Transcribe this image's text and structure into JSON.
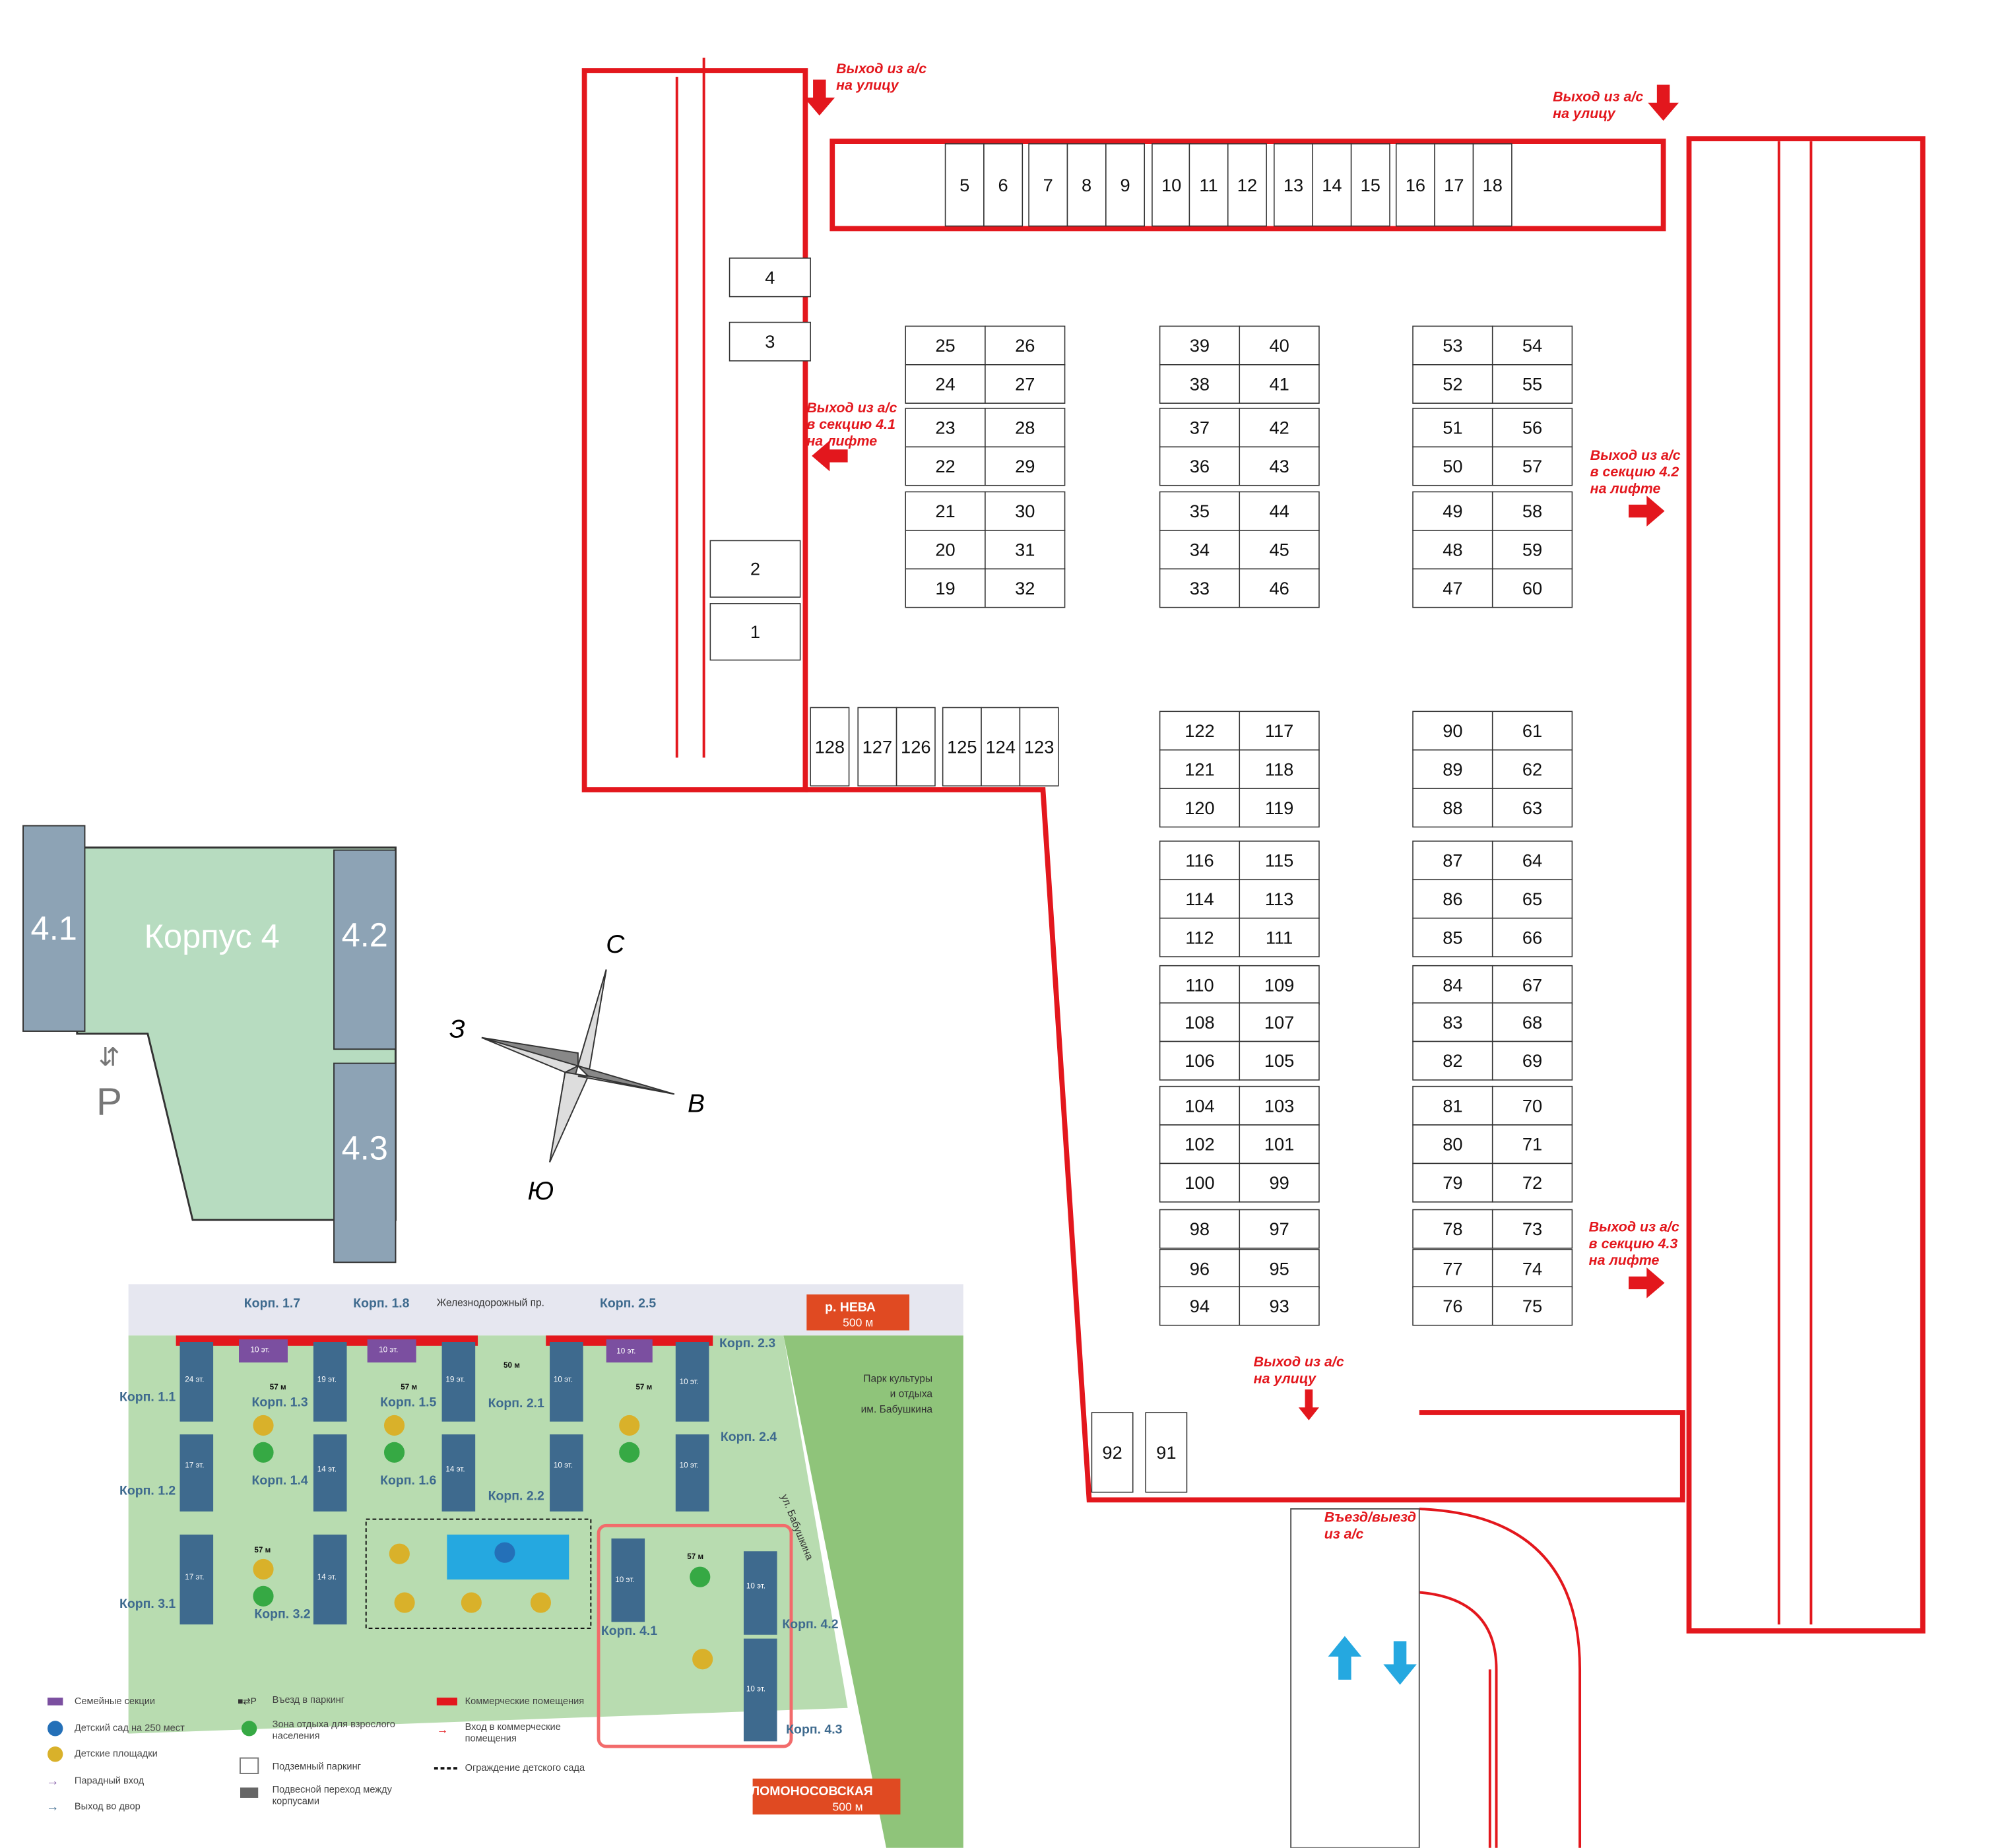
{
  "colors": {
    "wall": "#e3171d",
    "highlight": "#f26b6b",
    "building": "#3e6a8e",
    "green": "#8fc47a",
    "lightgreen": "#b8dcb0",
    "family": "#7b4fa0",
    "kinder": "#25a8e0",
    "playground": "#d9b12a",
    "rest": "#36a944",
    "metro": "#e04a22"
  },
  "labels": {
    "exit_street_1": [
      "Выход из а/с",
      "на улицу"
    ],
    "exit_street_2": [
      "Выход из а/с",
      "на улицу"
    ],
    "exit_street_3": [
      "Выход из а/с",
      "на улицу"
    ],
    "exit_41": [
      "Выход из а/с",
      "в секцию 4.1",
      "на лифте"
    ],
    "exit_42": [
      "Выход из а/с",
      "в секцию 4.2",
      "на лифте"
    ],
    "exit_43": [
      "Выход из а/с",
      "в секцию 4.3",
      "на лифте"
    ],
    "entrance": [
      "Въезд/выезд",
      "из а/с"
    ]
  },
  "parking": {
    "highlighted": "98",
    "top_row": [
      "5",
      "6",
      "7",
      "8",
      "9",
      "10",
      "11",
      "12",
      "13",
      "14",
      "15",
      "16",
      "17",
      "18"
    ],
    "bottom_row": [
      "128",
      "127",
      "126",
      "125",
      "124",
      "123"
    ],
    "storage": [
      "4",
      "3"
    ],
    "accessible": [
      "2",
      "1"
    ],
    "bottom_left": [
      "92",
      "91"
    ],
    "block_a": [
      [
        "25",
        "26"
      ],
      [
        "24",
        "27"
      ],
      [
        "23",
        "28"
      ],
      [
        "22",
        "29"
      ],
      [
        "21",
        "30"
      ],
      [
        "20",
        "31"
      ],
      [
        "19",
        "32"
      ]
    ],
    "block_b": [
      [
        "39",
        "40"
      ],
      [
        "38",
        "41"
      ],
      [
        "37",
        "42"
      ],
      [
        "36",
        "43"
      ],
      [
        "35",
        "44"
      ],
      [
        "34",
        "45"
      ],
      [
        "33",
        "46"
      ]
    ],
    "block_c": [
      [
        "53",
        "54"
      ],
      [
        "52",
        "55"
      ],
      [
        "51",
        "56"
      ],
      [
        "50",
        "57"
      ],
      [
        "49",
        "58"
      ],
      [
        "48",
        "59"
      ],
      [
        "47",
        "60"
      ]
    ],
    "block_d": [
      [
        "122",
        "117"
      ],
      [
        "121",
        "118"
      ],
      [
        "120",
        "119"
      ],
      [
        "116",
        "115"
      ],
      [
        "114",
        "113"
      ],
      [
        "112",
        "111"
      ],
      [
        "110",
        "109"
      ],
      [
        "108",
        "107"
      ],
      [
        "106",
        "105"
      ],
      [
        "104",
        "103"
      ],
      [
        "102",
        "101"
      ],
      [
        "100",
        "99"
      ],
      [
        "98",
        "97"
      ],
      [
        "96",
        "95"
      ],
      [
        "94",
        "93"
      ]
    ],
    "block_e": [
      [
        "90",
        "61"
      ],
      [
        "89",
        "62"
      ],
      [
        "88",
        "63"
      ],
      [
        "87",
        "64"
      ],
      [
        "86",
        "65"
      ],
      [
        "85",
        "66"
      ],
      [
        "84",
        "67"
      ],
      [
        "83",
        "68"
      ],
      [
        "82",
        "69"
      ],
      [
        "81",
        "70"
      ],
      [
        "80",
        "71"
      ],
      [
        "79",
        "72"
      ],
      [
        "78",
        "73"
      ],
      [
        "77",
        "74"
      ],
      [
        "76",
        "75"
      ]
    ]
  },
  "keyplan": {
    "s41": "4.1",
    "s42": "4.2",
    "s43": "4.3",
    "title": "Корпус 4",
    "parking": "P"
  },
  "compass": {
    "n": "С",
    "w": "З",
    "e": "В",
    "s": "Ю"
  },
  "site": {
    "street_top": "Железнодорожный пр.",
    "street_right": "ул. Бабушкина",
    "park": [
      "Парк культуры",
      "и отдыха",
      "им. Бабушкина"
    ],
    "neva": [
      "р. НЕВА",
      "500 м"
    ],
    "metro": [
      "ЛОМОНОСОВСКАЯ",
      "500 м"
    ],
    "corps": [
      "Корп. 1.1",
      "Корп. 1.2",
      "Корп. 1.3",
      "Корп. 1.4",
      "Корп. 1.5",
      "Корп. 1.6",
      "Корп. 1.7",
      "Корп. 1.8",
      "Корп. 2.1",
      "Корп. 2.2",
      "Корп. 2.3",
      "Корп. 2.4",
      "Корп. 2.5",
      "Корп. 3.1",
      "Корп. 3.2",
      "Корп. 4.1",
      "Корп. 4.2",
      "Корп. 4.3"
    ],
    "floors": {
      "f24": "24 эт.",
      "f19": "19 эт.",
      "f17": "17 эт.",
      "f14": "14 эт.",
      "f10": "10 эт."
    },
    "dist57": "57 м",
    "dist50": "50 м"
  },
  "legend": [
    "Семейные секции",
    "Детский сад на 250 мест",
    "Детские площадки",
    "Парадный вход",
    "Выход во двор",
    "Въезд в паркинг",
    "Зона отдыха для взрослого населения",
    "Подземный паркинг",
    "Подвесной переход между корпусами",
    "Коммерческие помещения",
    "Вход в коммерческие помещения",
    "Ограждение детского сада"
  ]
}
